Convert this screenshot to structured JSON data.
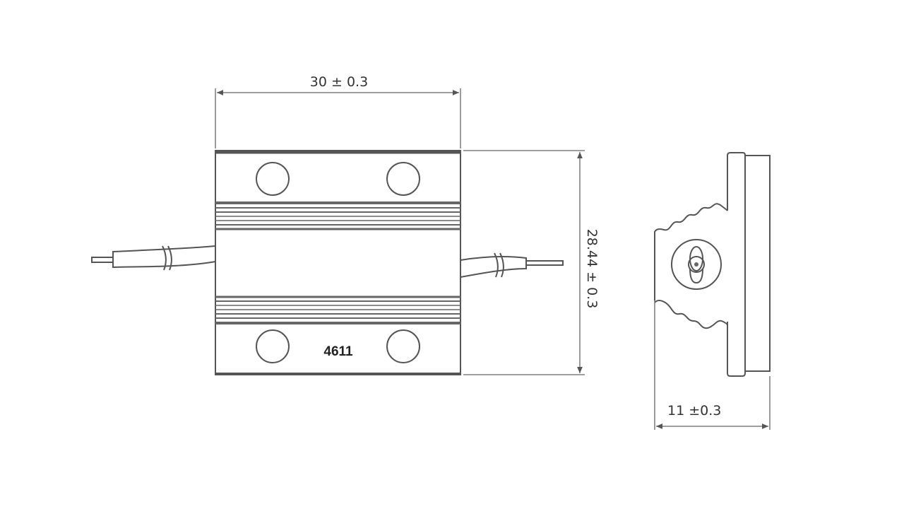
{
  "drawing": {
    "width_dimension": "30 ± 0.3",
    "height_dimension": "28.44 ± 0.3",
    "depth_dimension": "11 ±0.3",
    "part_marking": "4611"
  },
  "colors": {
    "line": "#555555",
    "background": "#ffffff"
  }
}
